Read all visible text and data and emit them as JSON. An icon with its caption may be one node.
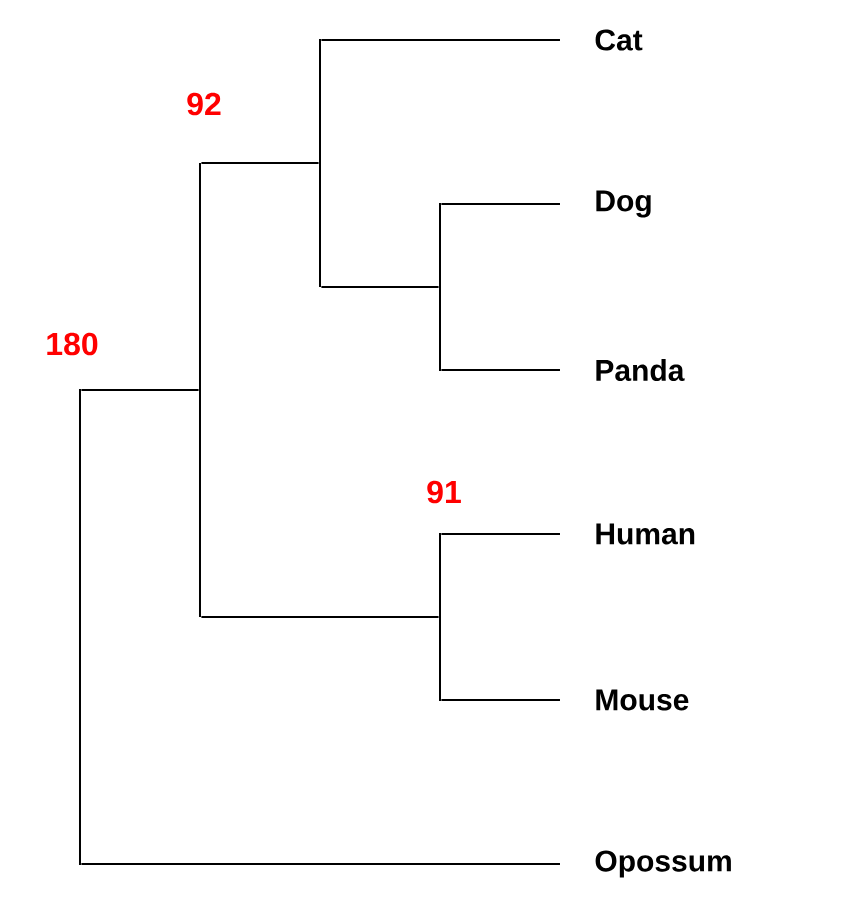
{
  "diagram": {
    "nodes": [
      {
        "text": [
          "Cat"
        ]
      },
      {
        "text": [
          "Dog"
        ]
      },
      {
        "text": [
          "Panda"
        ]
      },
      {
        "text": [
          "Human"
        ]
      },
      {
        "text": [
          "Mouse"
        ]
      },
      {
        "text": [
          "Opossum"
        ]
      },
      {
        "text": [],
        "shape": "bar",
        "beside": [
          "180"
        ]
      },
      {
        "text": [],
        "shape": "bar",
        "beside": [
          "92"
        ]
      },
      {
        "text": [],
        "shape": "bar"
      },
      {
        "text": [],
        "shape": "bar"
      },
      {
        "text": [],
        "shape": "bar",
        "beside": [
          "91"
        ]
      }
    ],
    "edges": [
      {
        "from": 6,
        "to": 7,
        "arrow": "none"
      },
      {
        "from": 6,
        "to": 5,
        "arrow": "none"
      },
      {
        "from": 7,
        "to": 8,
        "arrow": "none"
      },
      {
        "from": 7,
        "to": 10,
        "arrow": "none"
      },
      {
        "from": 8,
        "to": 0,
        "arrow": "none"
      },
      {
        "from": 8,
        "to": 9,
        "arrow": "none"
      },
      {
        "from": 9,
        "to": 1,
        "arrow": "none"
      },
      {
        "from": 9,
        "to": 2,
        "arrow": "none"
      },
      {
        "from": 10,
        "to": 3,
        "arrow": "none"
      },
      {
        "from": 10,
        "to": 4,
        "arrow": "none"
      }
    ]
  }
}
